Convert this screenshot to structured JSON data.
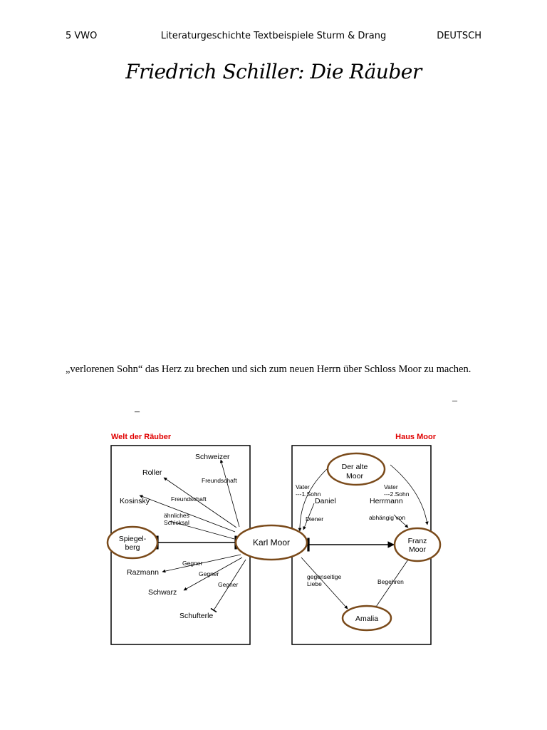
{
  "header": {
    "left": "5 VWO",
    "center": "Literaturgeschichte Textbeispiele Sturm & Drang",
    "right": "DEUTSCH"
  },
  "title": "Friedrich Schiller: Die Räuber",
  "body_line": "„verlorenen Sohn“ das Herz zu brechen und sich zum neuen Herrn über Schloss Moor zu machen.",
  "dashes": [
    "–",
    "–"
  ],
  "diagram": {
    "colors": {
      "heading": "#e00000",
      "ellipse": "#7a4a1a",
      "line": "#000000"
    },
    "left_heading": "Welt der Räuber",
    "right_heading": "Haus Moor",
    "nodes": {
      "schweizer": "Schweizer",
      "roller": "Roller",
      "kosinsky": "Kosinsky",
      "spiegelberg_1": "Spiegel-",
      "spiegelberg_2": "berg",
      "karl": "Karl Moor",
      "razmann": "Razmann",
      "schwarz": "Schwarz",
      "schufterle": "Schufterle",
      "alte_moor_1": "Der alte",
      "alte_moor_2": "Moor",
      "franz_1": "Franz",
      "franz_2": "Moor",
      "amalia": "Amalia",
      "daniel": "Daniel",
      "herrmann": "Herrmann"
    },
    "labels": {
      "freundschaft_1": "Freundschaft",
      "freundschaft_2": "Freundschaft",
      "schicksal_1": "ähnliches",
      "schicksal_2": "Schicksal",
      "gegner_1": "Gegner",
      "gegner_2": "Gegner",
      "gegner_3": "Gegner",
      "vater_1sohn_1": "Vater",
      "vater_1sohn_2": "---1.Sohn",
      "vater_2sohn_1": "Vater",
      "vater_2sohn_2": "---2.Sohn",
      "diener": "Diener",
      "abhaengig": "abhängig von",
      "liebe_1": "gegenseitige",
      "liebe_2": "Liebe",
      "begehren": "Begehren"
    }
  }
}
